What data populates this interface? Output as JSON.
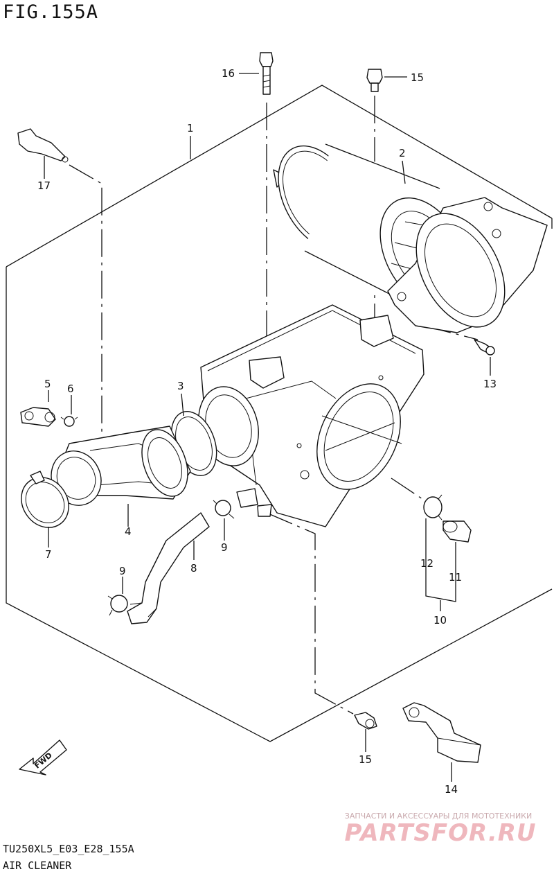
{
  "figure": {
    "title": "FIG.155A"
  },
  "footer": {
    "code": "TU250XL5_E03_E28_155A",
    "caption": "AIR CLEANER"
  },
  "direction_marker": {
    "label": "FWD"
  },
  "callouts": [
    "1",
    "2",
    "3",
    "4",
    "5",
    "6",
    "7",
    "8",
    "9",
    "9",
    "10",
    "11",
    "12",
    "13",
    "14",
    "15",
    "15",
    "16",
    "17"
  ],
  "watermark": {
    "tagline": "ЗАПЧАСТИ И АКСЕССУАРЫ ДЛЯ МОТОТЕХНИКИ",
    "brand": "PARTSFOR.RU"
  },
  "colors": {
    "line": "#111111",
    "watermark": "#efb7bd",
    "background": "#ffffff"
  }
}
